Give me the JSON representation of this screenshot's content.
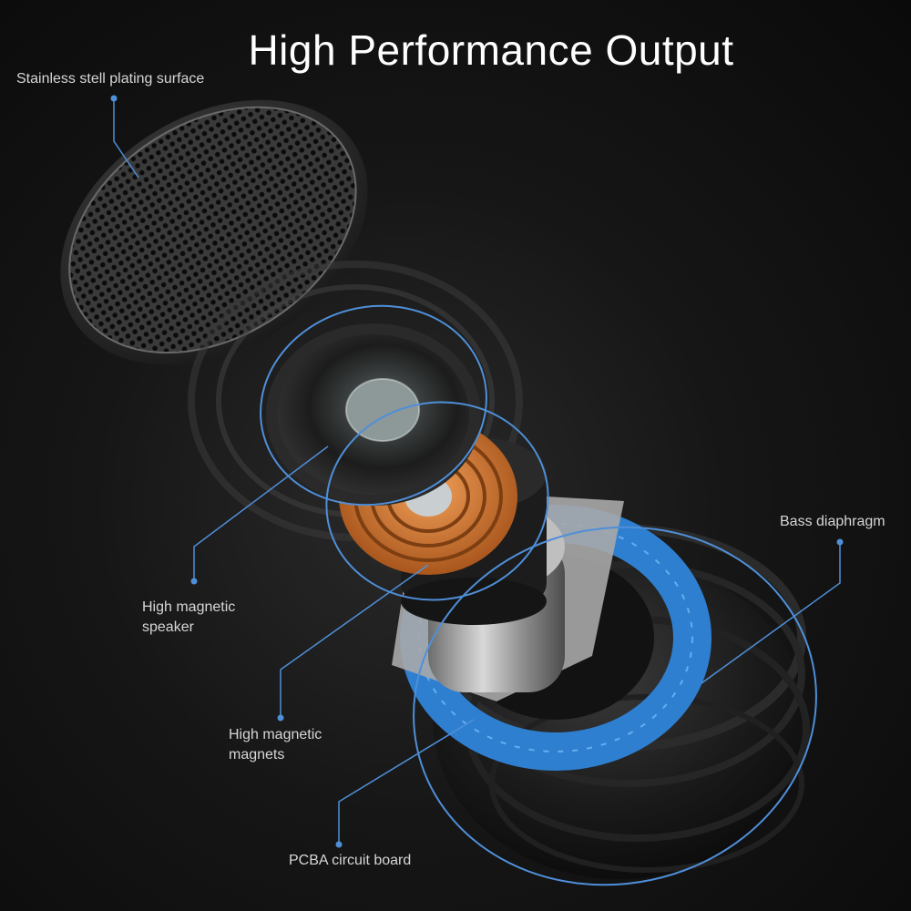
{
  "title": "High Performance Output",
  "labels": {
    "grille": "Stainless stell plating surface",
    "speaker_line1": "High magnetic",
    "speaker_line2": "speaker",
    "magnets_line1": "High magnetic",
    "magnets_line2": "magnets",
    "pcba": "PCBA circuit board",
    "bass": "Bass diaphragm"
  },
  "colors": {
    "accent": "#4f8fd8",
    "copper": "#d9792e",
    "board": "#2f7fd0"
  }
}
